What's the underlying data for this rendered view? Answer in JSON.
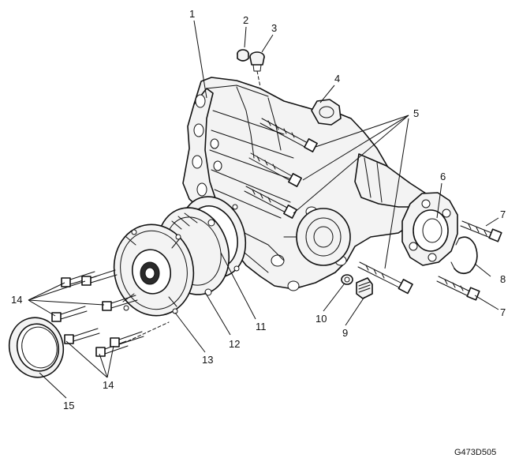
{
  "callouts": {
    "c1": "1",
    "c2": "2",
    "c3": "3",
    "c4": "4",
    "c5": "5",
    "c6": "6",
    "c7a": "7",
    "c7b": "7",
    "c8": "8",
    "c9": "9",
    "c10": "10",
    "c11": "11",
    "c12": "12",
    "c13": "13",
    "c14a": "14",
    "c14b": "14",
    "c15": "15"
  },
  "figure_id": "G473D505"
}
